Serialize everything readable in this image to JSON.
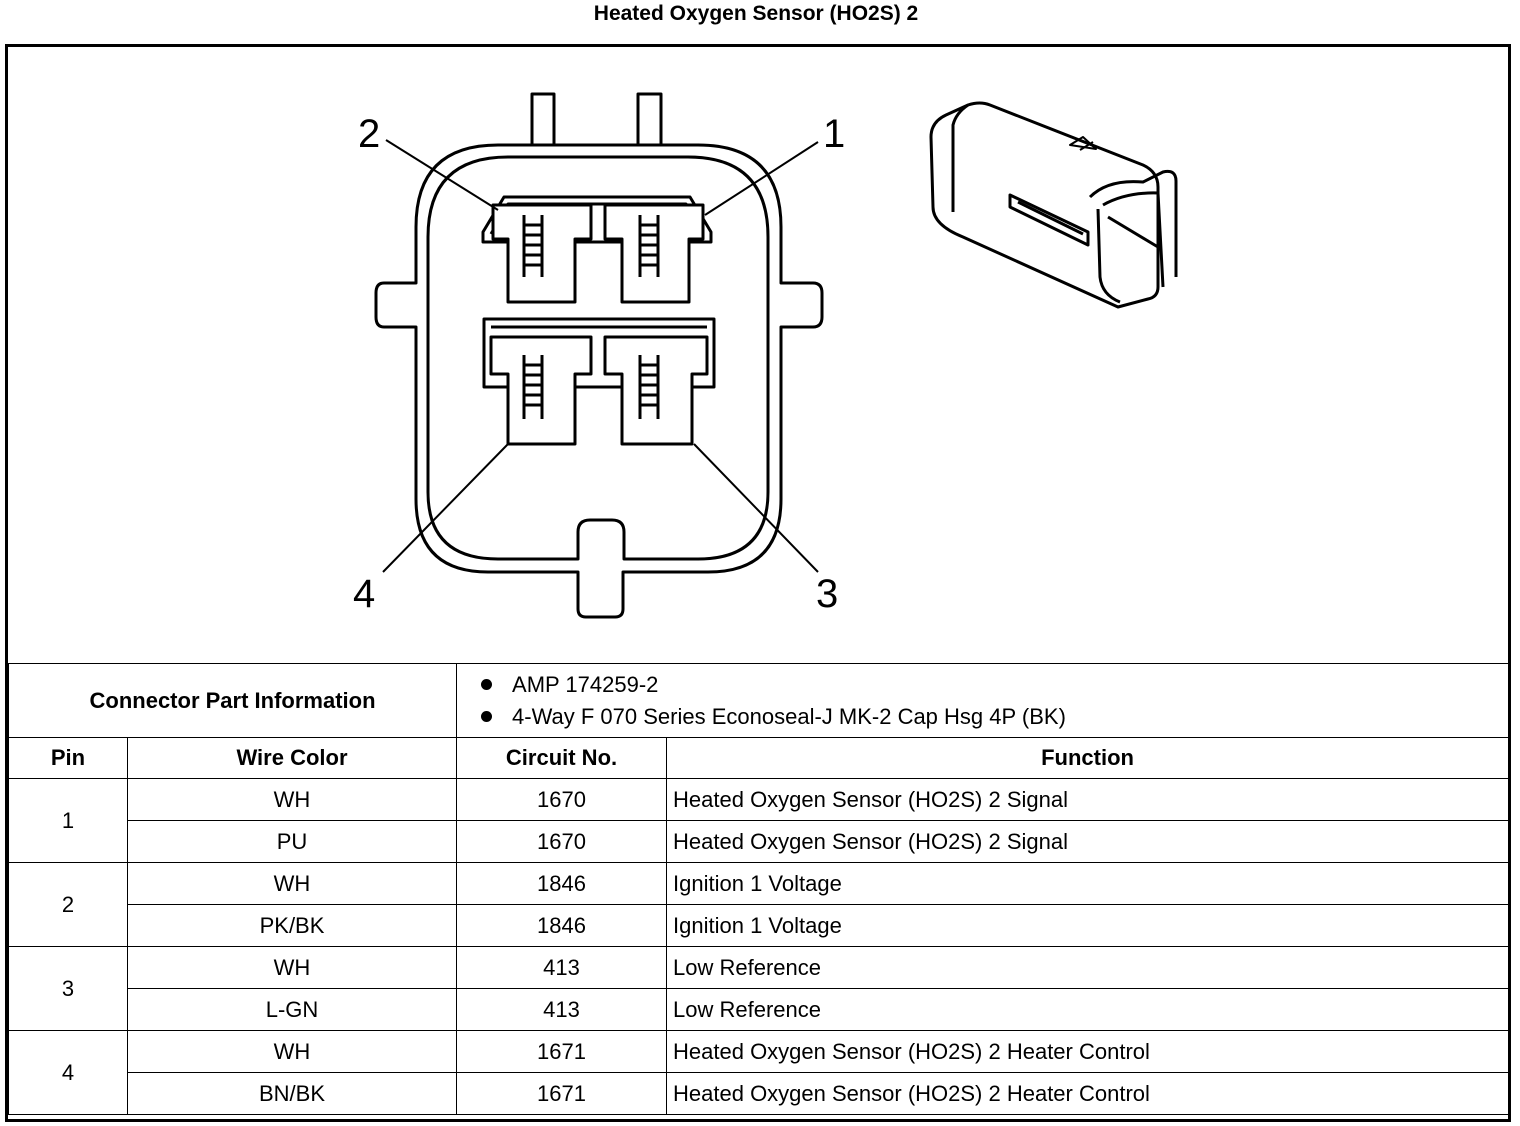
{
  "title": "Heated Oxygen Sensor (HO2S) 2",
  "diagram": {
    "pin_callouts": [
      "1",
      "2",
      "3",
      "4"
    ]
  },
  "connector_info": {
    "label": "Connector Part Information",
    "items": [
      "AMP 174259-2",
      "4-Way F 070 Series Econoseal-J MK-2 Cap Hsg 4P (BK)"
    ]
  },
  "table": {
    "headers": [
      "Pin",
      "Wire Color",
      "Circuit No.",
      "Function"
    ],
    "pins": [
      {
        "pin": "1",
        "rows": [
          {
            "wire": "WH",
            "circuit": "1670",
            "function": "Heated Oxygen Sensor (HO2S) 2 Signal"
          },
          {
            "wire": "PU",
            "circuit": "1670",
            "function": "Heated Oxygen Sensor (HO2S) 2 Signal"
          }
        ]
      },
      {
        "pin": "2",
        "rows": [
          {
            "wire": "WH",
            "circuit": "1846",
            "function": "Ignition 1 Voltage"
          },
          {
            "wire": "PK/BK",
            "circuit": "1846",
            "function": "Ignition 1 Voltage"
          }
        ]
      },
      {
        "pin": "3",
        "rows": [
          {
            "wire": "WH",
            "circuit": "413",
            "function": "Low Reference"
          },
          {
            "wire": "L-GN",
            "circuit": "413",
            "function": "Low Reference"
          }
        ]
      },
      {
        "pin": "4",
        "rows": [
          {
            "wire": "WH",
            "circuit": "1671",
            "function": "Heated Oxygen Sensor (HO2S) 2 Heater Control"
          },
          {
            "wire": "BN/BK",
            "circuit": "1671",
            "function": "Heated Oxygen Sensor (HO2S) 2 Heater Control"
          }
        ]
      }
    ]
  }
}
